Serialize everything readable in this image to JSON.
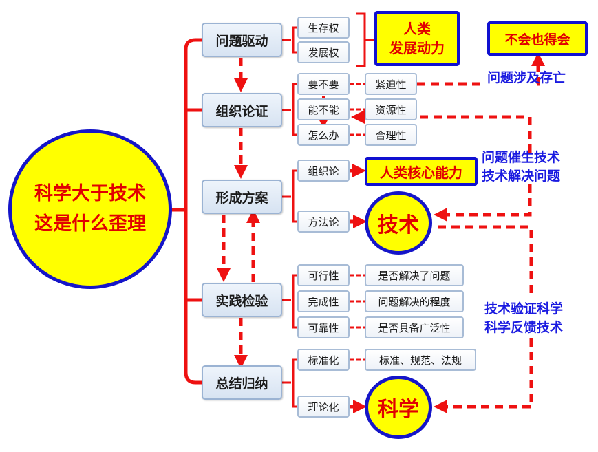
{
  "center": {
    "line1": "科学大于技术",
    "line2": "这是什么歪理"
  },
  "steps": [
    "问题驱动",
    "组织论证",
    "形成方案",
    "实践检验",
    "总结归纳"
  ],
  "drive": {
    "items": [
      "生存权",
      "发展权"
    ],
    "box_line1": "人类",
    "box_line2": "发展动力"
  },
  "argue": {
    "items": [
      "要不要",
      "能不能",
      "怎么办"
    ],
    "leaves": [
      "紧迫性",
      "资源性",
      "合理性"
    ]
  },
  "plan": {
    "items": [
      "组织论",
      "方法论"
    ],
    "core_box": "人类核心能力",
    "tech_circle": "技术"
  },
  "test": {
    "items": [
      "可行性",
      "完成性",
      "可靠性"
    ],
    "leaves": [
      "是否解决了问题",
      "问题解决的程度",
      "是否具备广泛性"
    ]
  },
  "summary": {
    "items": [
      "标准化",
      "理论化"
    ],
    "leaf": "标准、规范、法规",
    "science_circle": "科学"
  },
  "notes": {
    "top_box": "不会也得会",
    "survival": "问题涉及存亡",
    "spur_line1": "问题催生技术",
    "spur_line2": "技术解决问题",
    "verify_line1": "技术验证科学",
    "verify_line2": "科学反馈技术"
  },
  "colors": {
    "red": "#ee1111",
    "blue": "#1515c8",
    "yellow": "#ffff00"
  }
}
